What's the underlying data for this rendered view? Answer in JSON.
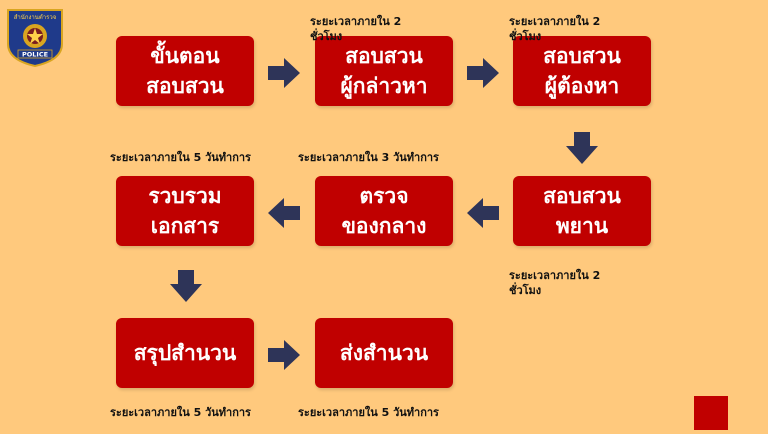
{
  "logo": {
    "top_text": "สำนักงานตำรวจ",
    "badge_text": "POLICE"
  },
  "steps": {
    "step1": {
      "line1": "ขั้นตอน",
      "line2": "สอบสวน"
    },
    "step2": {
      "line1": "สอบสวน",
      "line2": "ผู้กล่าวหา"
    },
    "step3": {
      "line1": "สอบสวน",
      "line2": "ผู้ต้องหา"
    },
    "step4": {
      "line1": "สอบสวน",
      "line2": "พยาน"
    },
    "step5": {
      "line1": "ตรวจ",
      "line2": "ของกลาง"
    },
    "step6": {
      "line1": "รวบรวม",
      "line2": "เอกสาร"
    },
    "step7": {
      "line1": "สรุปสำนวน"
    },
    "step8": {
      "line1": "ส่งสำนวน"
    }
  },
  "notes": {
    "step2_time": {
      "line1": "ระยะเวลาภายใน 2",
      "line2": "ชั่วโมง"
    },
    "step3_time": {
      "line1": "ระยะเวลาภายใน 2",
      "line2": "ชั่วโมง"
    },
    "step4_time": {
      "line1": "ระยะเวลาภายใน 2",
      "line2": "ชั่วโมง"
    },
    "step5_time": "ระยะเวลาภายใน 3 วันทำการ",
    "step6_time": "ระยะเวลาภายใน 5 วันทำการ",
    "step7_time": "ระยะเวลาภายใน 5 วันทำการ",
    "step8_time": "ระยะเวลาภายใน 5 วันทำการ"
  },
  "colors": {
    "background": "#ffc97d",
    "box": "#c00000",
    "arrow": "#2e3458",
    "text": "#ffffff"
  }
}
